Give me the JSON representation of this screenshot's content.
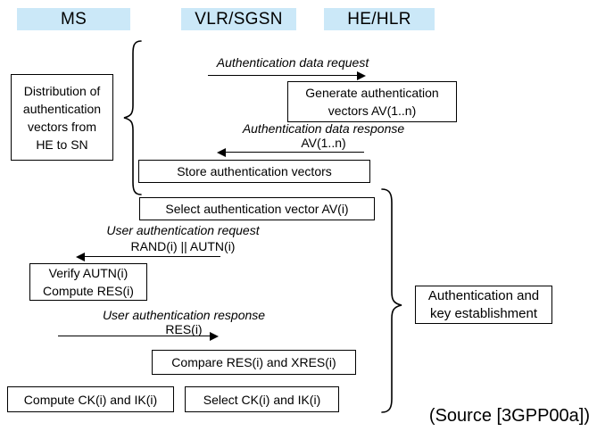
{
  "headers": [
    {
      "label": "MS"
    },
    {
      "label": "VLR/SGSN"
    },
    {
      "label": "HE/HLR"
    }
  ],
  "header_bg": "#cbe8f8",
  "process_boxes": {
    "distribution": "Distribution of\nauthentication\nvectors from\nHE to SN",
    "generate": "Generate authentication\nvectors AV(1..n)",
    "store": "Store authentication vectors",
    "select_av": "Select authentication vector AV(i)",
    "verify": "Verify AUTN(i)\nCompute RES(i)",
    "compare": "Compare RES(i) and XRES(i)",
    "compute_ck": "Compute CK(i) and IK(i)",
    "select_ck": "Select CK(i) and IK(i)",
    "auth_key": "Authentication and\nkey establishment"
  },
  "messages": {
    "auth_data_request": {
      "label": "Authentication data request",
      "direction": "right"
    },
    "auth_data_response": {
      "label": "Authentication data response",
      "payload": "AV(1..n)",
      "direction": "left"
    },
    "user_auth_request": {
      "label": "User authentication request",
      "payload": "RAND(i) || AUTN(i)",
      "direction": "left"
    },
    "user_auth_response": {
      "label": "User authentication response",
      "payload": "RES(i)",
      "direction": "right"
    }
  },
  "source_note": "(Source [3GPP00a])",
  "colors": {
    "line": "#000000",
    "background": "#ffffff"
  }
}
